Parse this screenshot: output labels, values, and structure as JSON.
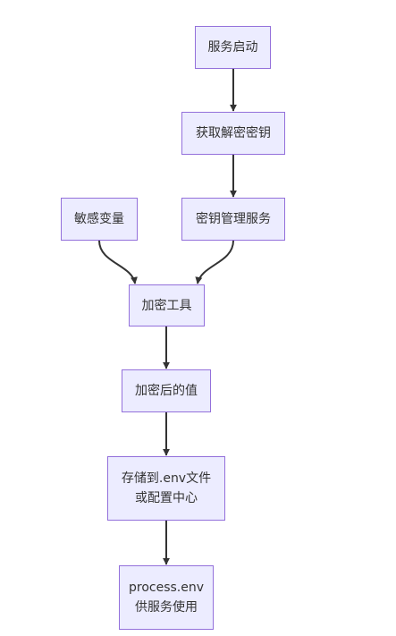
{
  "colors": {
    "node_fill": "#ececff",
    "node_border": "#9370db",
    "edge": "#333333",
    "text": "#333333"
  },
  "nodes": {
    "service_start": {
      "label": "服务启动"
    },
    "get_key": {
      "label": "获取解密密钥"
    },
    "key_mgmt": {
      "label": "密钥管理服务"
    },
    "sensitive_vars": {
      "label": "敏感变量"
    },
    "encrypt_tool": {
      "label": "加密工具"
    },
    "encrypted_value": {
      "label": "加密后的值"
    },
    "store": {
      "line1": "存储到.env文件",
      "line2": "或配置中心"
    },
    "process_env": {
      "line1": "process.env",
      "line2": "供服务使用"
    }
  },
  "edges": [
    {
      "from": "service_start",
      "to": "get_key"
    },
    {
      "from": "get_key",
      "to": "key_mgmt"
    },
    {
      "from": "sensitive_vars",
      "to": "encrypt_tool"
    },
    {
      "from": "key_mgmt",
      "to": "encrypt_tool"
    },
    {
      "from": "encrypt_tool",
      "to": "encrypted_value"
    },
    {
      "from": "encrypted_value",
      "to": "store"
    },
    {
      "from": "store",
      "to": "process_env"
    }
  ]
}
